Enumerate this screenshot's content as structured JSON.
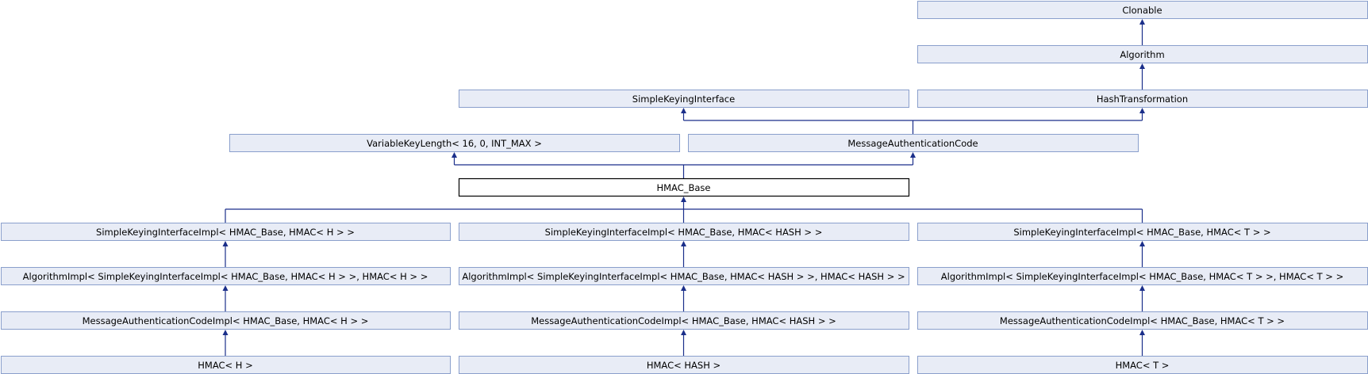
{
  "diagram": {
    "nodes": [
      {
        "id": "clonable",
        "label": "Clonable"
      },
      {
        "id": "algorithm",
        "label": "Algorithm"
      },
      {
        "id": "ski",
        "label": "SimpleKeyingInterface"
      },
      {
        "id": "hashtrans",
        "label": "HashTransformation"
      },
      {
        "id": "varkey",
        "label": "VariableKeyLength< 16, 0, INT_MAX >"
      },
      {
        "id": "mac",
        "label": "MessageAuthenticationCode"
      },
      {
        "id": "hmacbase",
        "label": "HMAC_Base",
        "current": true
      },
      {
        "id": "skiimpl_h",
        "label": "SimpleKeyingInterfaceImpl< HMAC_Base, HMAC< H > >"
      },
      {
        "id": "skiimpl_hash",
        "label": "SimpleKeyingInterfaceImpl< HMAC_Base, HMAC< HASH > >"
      },
      {
        "id": "skiimpl_t",
        "label": "SimpleKeyingInterfaceImpl< HMAC_Base, HMAC< T > >"
      },
      {
        "id": "algimpl_h",
        "label": "AlgorithmImpl< SimpleKeyingInterfaceImpl< HMAC_Base, HMAC< H > >, HMAC< H > >"
      },
      {
        "id": "algimpl_hash",
        "label": "AlgorithmImpl< SimpleKeyingInterfaceImpl< HMAC_Base, HMAC< HASH > >, HMAC< HASH > >"
      },
      {
        "id": "algimpl_t",
        "label": "AlgorithmImpl< SimpleKeyingInterfaceImpl< HMAC_Base, HMAC< T > >, HMAC< T > >"
      },
      {
        "id": "macimpl_h",
        "label": "MessageAuthenticationCodeImpl< HMAC_Base, HMAC< H > >"
      },
      {
        "id": "macimpl_hash",
        "label": "MessageAuthenticationCodeImpl< HMAC_Base, HMAC< HASH > >"
      },
      {
        "id": "macimpl_t",
        "label": "MessageAuthenticationCodeImpl< HMAC_Base, HMAC< T > >"
      },
      {
        "id": "hmac_h",
        "label": "HMAC< H >"
      },
      {
        "id": "hmac_hash",
        "label": "HMAC< HASH >"
      },
      {
        "id": "hmac_t",
        "label": "HMAC< T >"
      }
    ],
    "edges": [
      {
        "from": "algorithm",
        "to": "clonable"
      },
      {
        "from": "hashtrans",
        "to": "algorithm"
      },
      {
        "from": "mac",
        "to": "ski"
      },
      {
        "from": "mac",
        "to": "hashtrans"
      },
      {
        "from": "hmacbase",
        "to": "varkey"
      },
      {
        "from": "hmacbase",
        "to": "mac"
      },
      {
        "from": "skiimpl_h",
        "to": "hmacbase"
      },
      {
        "from": "skiimpl_hash",
        "to": "hmacbase"
      },
      {
        "from": "skiimpl_t",
        "to": "hmacbase"
      },
      {
        "from": "algimpl_h",
        "to": "skiimpl_h"
      },
      {
        "from": "algimpl_hash",
        "to": "skiimpl_hash"
      },
      {
        "from": "algimpl_t",
        "to": "skiimpl_t"
      },
      {
        "from": "macimpl_h",
        "to": "algimpl_h"
      },
      {
        "from": "macimpl_hash",
        "to": "algimpl_hash"
      },
      {
        "from": "macimpl_t",
        "to": "algimpl_t"
      },
      {
        "from": "hmac_h",
        "to": "macimpl_h"
      },
      {
        "from": "hmac_hash",
        "to": "macimpl_hash"
      },
      {
        "from": "hmac_t",
        "to": "macimpl_t"
      }
    ]
  }
}
